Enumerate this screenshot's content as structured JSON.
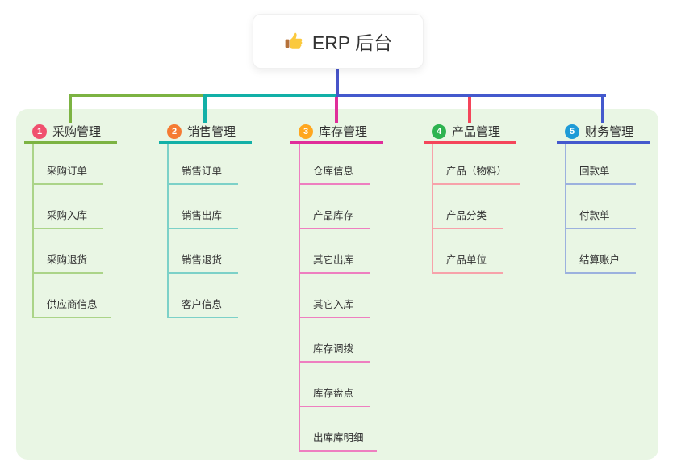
{
  "root": {
    "icon": "thumbs-up",
    "label": "ERP 后台"
  },
  "colors": {
    "page_bg": "#ffffff",
    "panel_bg": "#e9f6e4",
    "root_line": "#4754c9",
    "text": "#333333"
  },
  "branches": [
    {
      "num": "1",
      "label": "采购管理",
      "badge": "#f0506e",
      "line": "#7cb342",
      "light": "#abd488",
      "children": [
        "采购订单",
        "采购入库",
        "采购退货",
        "供应商信息"
      ]
    },
    {
      "num": "2",
      "label": "销售管理",
      "badge": "#f57b33",
      "line": "#12b0a7",
      "light": "#7cd1c8",
      "children": [
        "销售订单",
        "销售出库",
        "销售退货",
        "客户信息"
      ]
    },
    {
      "num": "3",
      "label": "库存管理",
      "badge": "#ffa71f",
      "line": "#e02e9a",
      "light": "#ee7fc0",
      "children": [
        "仓库信息",
        "产品库存",
        "其它出库",
        "其它入库",
        "库存调拨",
        "库存盘点",
        "出库库明细"
      ]
    },
    {
      "num": "4",
      "label": "产品管理",
      "badge": "#2eb350",
      "line": "#f4455a",
      "light": "#f7a2aa",
      "children": [
        "产品（物料）",
        "产品分类",
        "产品单位"
      ]
    },
    {
      "num": "5",
      "label": "财务管理",
      "badge": "#1f9bd7",
      "line": "#4459cd",
      "light": "#9cb1de",
      "children": [
        "回款单",
        "付款单",
        "结算账户"
      ]
    }
  ]
}
